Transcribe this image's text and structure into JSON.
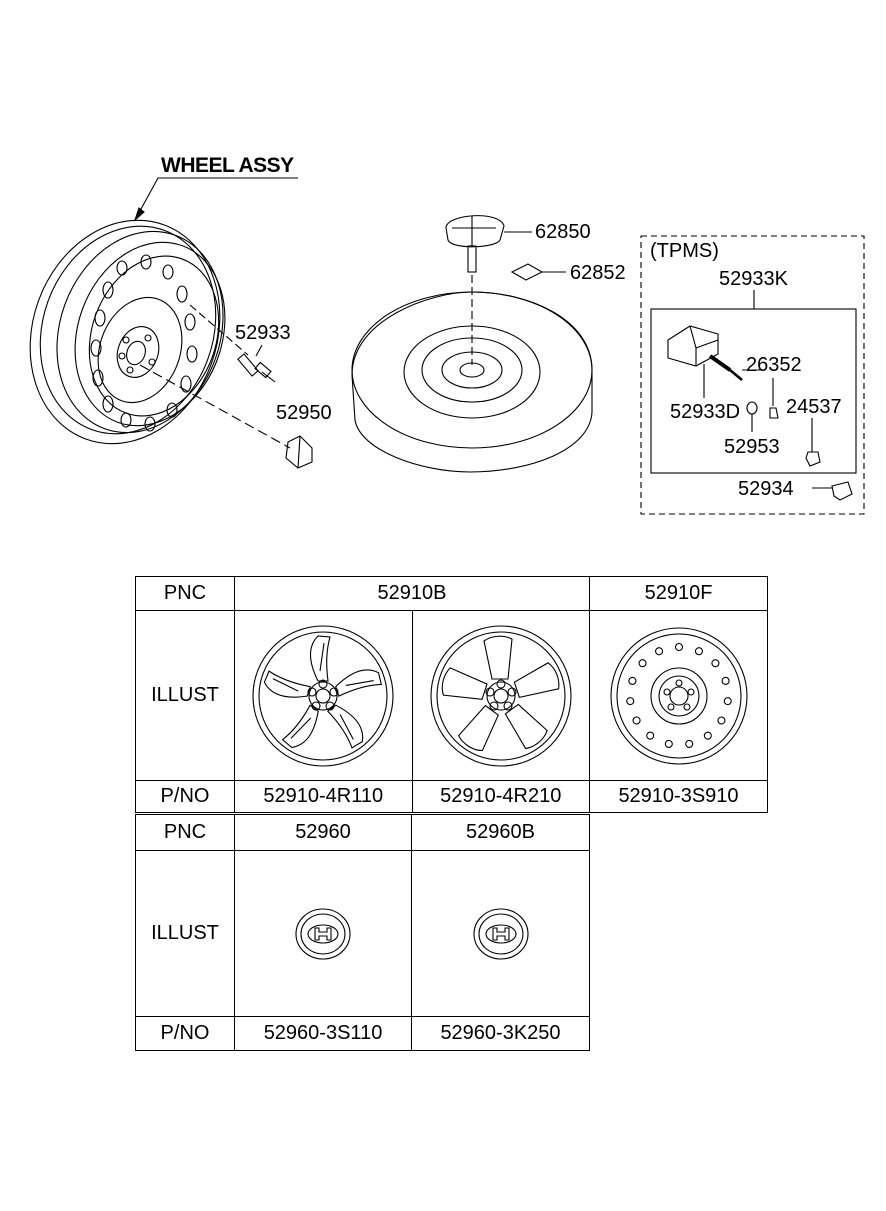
{
  "diagram": {
    "title": "WHEEL ASSY",
    "callouts": {
      "valve": "52933",
      "nut": "52950",
      "spare_hub": "62850",
      "spare_label": "62852",
      "tpms_group": "(TPMS)",
      "tpms_kit": "52933K",
      "tpms_valve": "26352",
      "tpms_sensor": "52933D",
      "tpms_grommet": "24537",
      "tpms_cap": "52953",
      "tpms_nut": "52934"
    }
  },
  "table1": {
    "header_label": "PNC",
    "illust_label": "ILLUST",
    "pno_label": "P/NO",
    "pnc_a": "52910B",
    "pnc_b": "52910F",
    "pno": [
      "52910-4R110",
      "52910-4R210",
      "52910-3S910"
    ]
  },
  "table2": {
    "header_label": "PNC",
    "illust_label": "ILLUST",
    "pno_label": "P/NO",
    "pnc": [
      "52960",
      "52960B"
    ],
    "pno": [
      "52960-3S110",
      "52960-3K250"
    ]
  }
}
